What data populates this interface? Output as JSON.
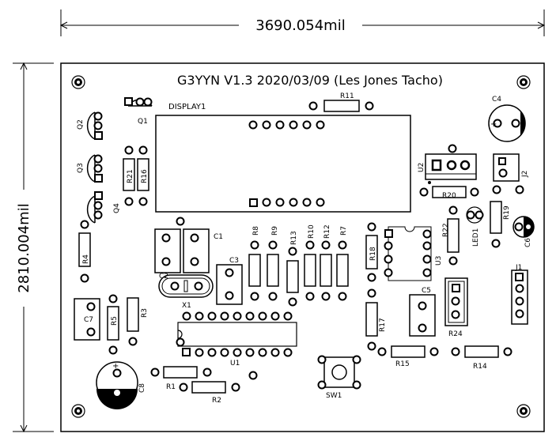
{
  "dimensions": {
    "width_label": "3690.054mil",
    "height_label": "2810.004mil"
  },
  "board": {
    "title": "G3YYN  V1.3 2020/03/09 (Les Jones Tacho)"
  },
  "designators": {
    "q1": "Q1",
    "q2": "Q2",
    "q3": "Q3",
    "q4": "Q4",
    "display1": "DISPLAY1",
    "r1": "R1",
    "r2": "R2",
    "r3": "R3",
    "r4": "R4",
    "r5": "R5",
    "r7": "R7",
    "r8": "R8",
    "r9": "R9",
    "r10": "R10",
    "r11": "R11",
    "r12": "R12",
    "r13": "R13",
    "r14": "R14",
    "r15": "R15",
    "r16": "R16",
    "r17": "R17",
    "r18": "R18",
    "r19": "R19",
    "r20": "R20",
    "r21": "R21",
    "r22": "R22",
    "r24": "R24",
    "c1": "C1",
    "c2": "C2",
    "c3": "C3",
    "c4": "C4",
    "c5": "C5",
    "c6": "C6",
    "c7": "C7",
    "c8": "C8",
    "u1": "U1",
    "u2": "U2",
    "u3": "U3",
    "j1": "J1",
    "j2": "J2",
    "led1": "LED1",
    "x1": "X1",
    "sw1": "SW1"
  }
}
